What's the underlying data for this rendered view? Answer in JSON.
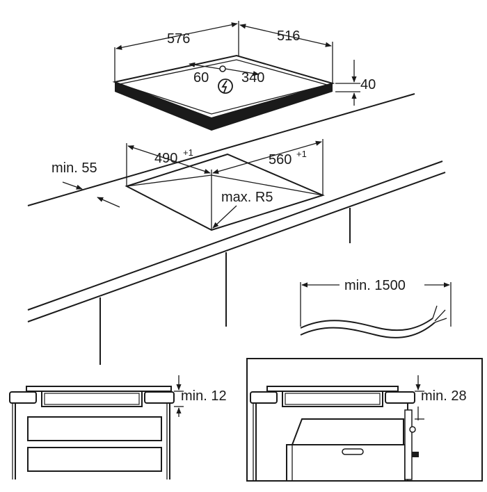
{
  "hob_dimensions": {
    "width": "576",
    "depth": "516",
    "height": "40",
    "connection_left": "60",
    "connection_right": "340"
  },
  "cutout": {
    "width": "490",
    "width_tolerance": "+1",
    "depth": "560",
    "depth_tolerance": "+1",
    "corner_radius": "max. R5",
    "edge_distance": "min. 55"
  },
  "cable": {
    "length": "min. 1500"
  },
  "installation_clearance": {
    "drawers": "min. 12",
    "oven": "min. 28"
  },
  "icons": [
    "power-connection-icon",
    "arrow-icon"
  ],
  "colors": {
    "line": "#1a1a1a",
    "background": "#ffffff"
  }
}
